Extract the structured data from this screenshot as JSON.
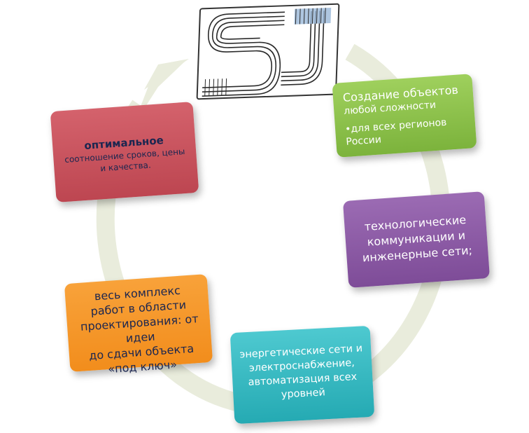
{
  "colors": {
    "ring": "#e9ecdc",
    "green": "#8cc34a",
    "purple": "#8a5aa4",
    "cyan": "#34b8c0",
    "orange": "#f5971f",
    "red": "#c9525c",
    "dark_text": "#1b2650"
  },
  "logo": {
    "icon": "sj-logo-icon"
  },
  "green": {
    "title_lines": [
      "Создание объектов",
      "любой сложности"
    ],
    "bullet_lines": [
      "•для всех регионов",
      "России"
    ]
  },
  "purple": {
    "lines": [
      "технологические",
      "коммуникации и",
      "инженерные  сети;"
    ]
  },
  "cyan": {
    "lines": [
      "энергетические сети и",
      "электроснабжение,",
      "автоматизация всех",
      "уровней"
    ]
  },
  "orange": {
    "lines": [
      "весь комплекс",
      "работ в области",
      "проектирования: от",
      "идеи",
      "до сдачи объекта",
      "«под ключ»"
    ]
  },
  "red": {
    "title": "оптимальное",
    "sub_lines": [
      "соотношение сроков, цены",
      "и качества."
    ]
  }
}
